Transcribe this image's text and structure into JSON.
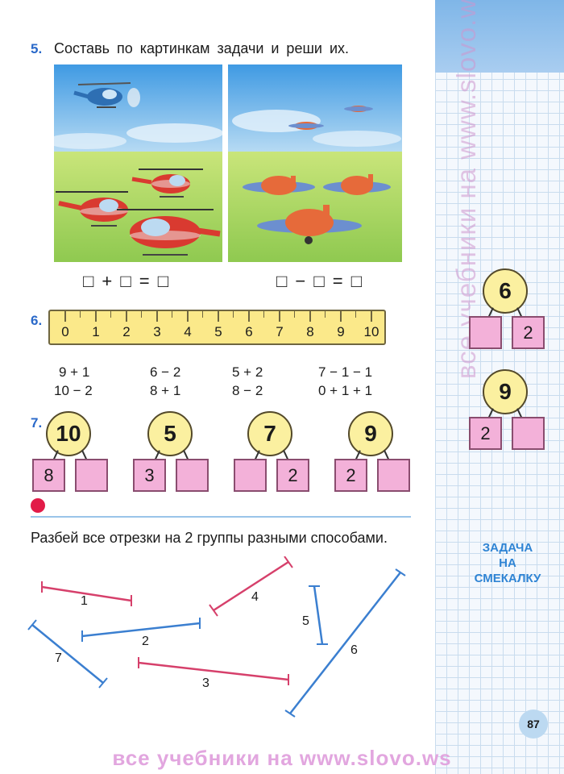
{
  "task5": {
    "number": "5.",
    "text": "Составь по картинкам задачи и реши их.",
    "formula_left": "□ + □ = □",
    "formula_right": "□ − □ = □"
  },
  "task6": {
    "number": "6.",
    "ruler": [
      "0",
      "1",
      "2",
      "3",
      "4",
      "5",
      "6",
      "7",
      "8",
      "9",
      "10"
    ],
    "columns": [
      [
        "9 + 1",
        "10 − 2"
      ],
      [
        "6 − 2",
        "8 + 1"
      ],
      [
        "5 + 2",
        "8 − 2"
      ],
      [
        "7 − 1 − 1",
        "0 + 1 + 1"
      ]
    ]
  },
  "task7": {
    "number": "7.",
    "trees": [
      {
        "top": "10",
        "left": "8",
        "right": ""
      },
      {
        "top": "5",
        "left": "3",
        "right": ""
      },
      {
        "top": "7",
        "left": "",
        "right": "2"
      },
      {
        "top": "9",
        "left": "2",
        "right": ""
      }
    ]
  },
  "side_trees": [
    {
      "top": "6",
      "left": "",
      "right": "2"
    },
    {
      "top": "9",
      "left": "2",
      "right": ""
    }
  ],
  "segments_task": {
    "text": "Разбей все отрезки на 2 группы разными способами.",
    "labels": [
      "1",
      "2",
      "3",
      "4",
      "5",
      "6",
      "7"
    ]
  },
  "smekalka": {
    "line1": "ЗАДАЧА",
    "line2": "НА",
    "line3": "СМЕКАЛКУ"
  },
  "page_number": "87",
  "watermark": "все учебники на www.slovo.ws",
  "colors": {
    "task_number": "#2a69c9",
    "box_fill": "#f3b1d9",
    "bubble_fill": "#fbf0a0",
    "segment_red": "#d6406b",
    "segment_blue": "#3b7fd0"
  }
}
